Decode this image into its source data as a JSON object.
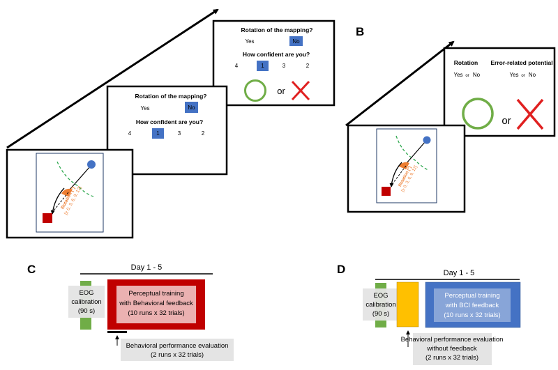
{
  "panel_a": {
    "screen_front": {
      "rotation_label": "Rotation [°]",
      "rotation_values": "[± 0, 3, 6, 9, 12]"
    },
    "screen_mid": {
      "question1": "Rotation of the mapping?",
      "yes": "Yes",
      "no": "No",
      "question2": "How confident are you?",
      "options": [
        "4",
        "1",
        "3",
        "2"
      ]
    },
    "screen_back": {
      "question1": "Rotation of the mapping?",
      "yes": "Yes",
      "no": "No",
      "question2": "How confident are you?",
      "options": [
        "4",
        "1",
        "3",
        "2"
      ],
      "or": "or"
    }
  },
  "panel_b": {
    "letter": "B",
    "screen_front": {
      "rotation_label": "Rotation [°]",
      "rotation_values": "[± 0, 3, 6, 9, 12]"
    },
    "screen_back": {
      "col1_title": "Rotation",
      "col1_yes": "Yes",
      "col1_or": "or",
      "col1_no": "No",
      "col2_title": "Error-related potential",
      "col2_yes": "Yes",
      "col2_or": "or",
      "col2_no": "No",
      "or": "or"
    }
  },
  "panel_c": {
    "letter": "C",
    "day_label": "Day 1 - 5",
    "eog": {
      "line1": "EOG",
      "line2": "calibration",
      "line3": "(90 s)"
    },
    "training": {
      "line1": "Perceptual training",
      "line2": "with Behavioral feedback",
      "line3": "(10 runs x 32 trials)"
    },
    "evaluation": {
      "line1": "Behavioral performance evaluation",
      "line2": "(2 runs x 32 trials)"
    }
  },
  "panel_d": {
    "letter": "D",
    "day_label": "Day 1 - 5",
    "eog": {
      "line1": "EOG",
      "line2": "calibration",
      "line3": "(90 s)"
    },
    "training": {
      "line1": "Perceptual training",
      "line2": "with BCI feedback",
      "line3": "(10 runs x 32 trials)"
    },
    "evaluation": {
      "line1": "Behavioral performance evaluation",
      "line2": "without feedback",
      "line3": "(2 runs x 32 trials)"
    }
  },
  "colors": {
    "blue": "#4472c4",
    "dark_red": "#c00000",
    "red_mark": "#e02020",
    "green": "#70ad47",
    "orange": "#ed7d31",
    "yellow": "#ffc000",
    "grey_box": "#e4e4e4"
  }
}
